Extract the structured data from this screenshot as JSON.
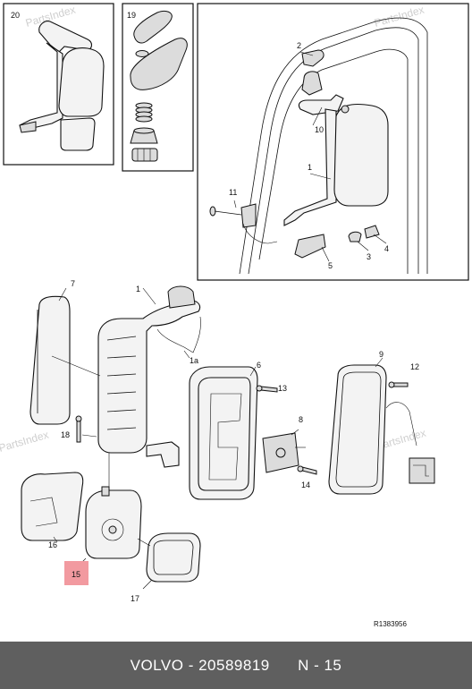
{
  "diagram": {
    "watermark": "PartsIndex",
    "reference_code": "R1383956",
    "highlight_color": "#f29aa0",
    "highlighted_label": "15",
    "labels": {
      "l20": "20",
      "l19": "19",
      "l2": "2",
      "l10": "10",
      "l1_top": "1",
      "l11": "11",
      "l3": "3",
      "l4": "4",
      "l5": "5",
      "l7": "7",
      "l1_main": "1",
      "l1a": "1a",
      "l6": "6",
      "l9": "9",
      "l12": "12",
      "l13": "13",
      "l8": "8",
      "l18": "18",
      "l14": "14",
      "l16": "16",
      "l15": "15",
      "l17": "17"
    }
  },
  "footer": {
    "brand": "VOLVO",
    "separator": "-",
    "part_number": "20589819",
    "position": "N - 15"
  }
}
